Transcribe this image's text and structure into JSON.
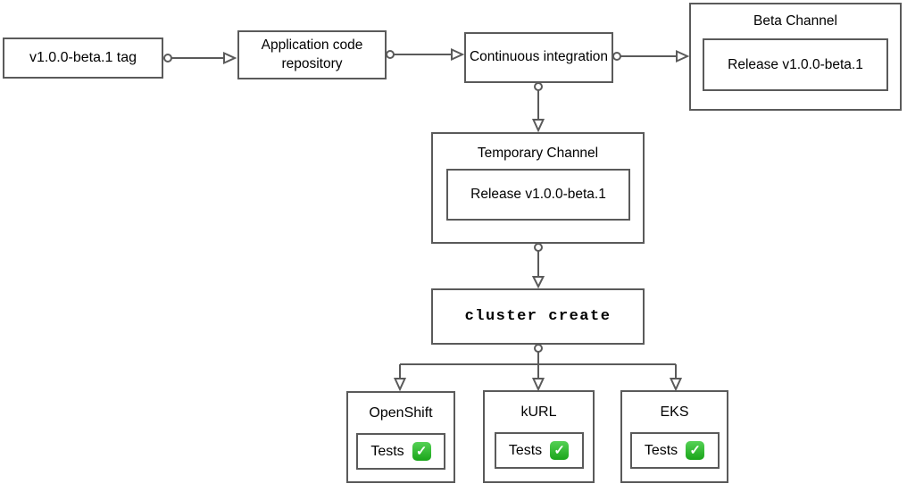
{
  "nodes": {
    "tag": "v1.0.0-beta.1 tag",
    "repo": "Application code repository",
    "ci": "Continuous integration",
    "beta_channel_title": "Beta Channel",
    "beta_channel_release": "Release v1.0.0-beta.1",
    "temp_channel_title": "Temporary Channel",
    "temp_channel_release": "Release v1.0.0-beta.1",
    "cluster_create": "cluster create"
  },
  "platforms": [
    {
      "title": "OpenShift",
      "tests_label": "Tests",
      "status_icon": "check-icon"
    },
    {
      "title": "kURL",
      "tests_label": "Tests",
      "status_icon": "check-icon"
    },
    {
      "title": "EKS",
      "tests_label": "Tests",
      "status_icon": "check-icon"
    }
  ],
  "icons": {
    "check_glyph": "✓"
  },
  "colors": {
    "border": "#5a5a5a",
    "connector": "#5a5a5a",
    "text": "#000000",
    "check_green_top": "#55d155",
    "check_green_bottom": "#1aa51a",
    "check_mark": "#ffffff",
    "background": "#ffffff"
  }
}
